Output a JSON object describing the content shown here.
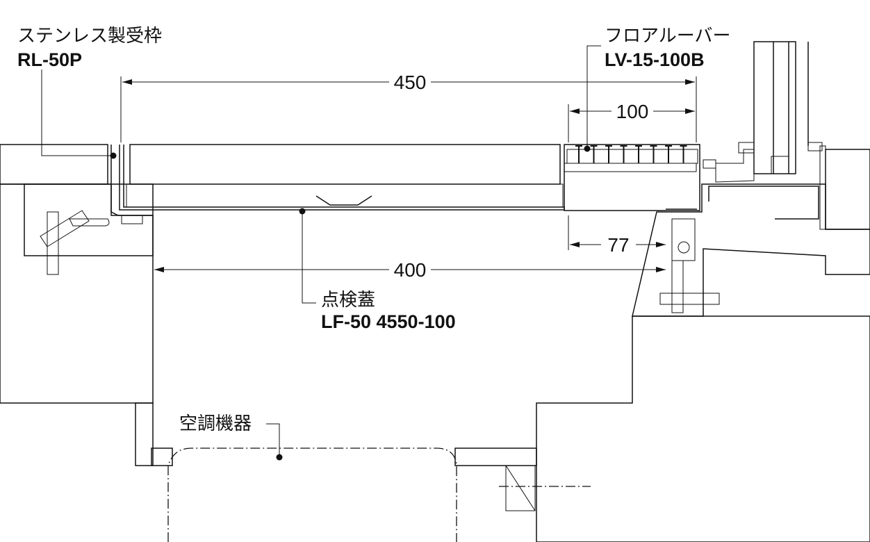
{
  "colors": {
    "wood": "#f9e5b6",
    "concrete": "#dcdedd",
    "line": "#111111"
  },
  "labels": {
    "frame_name": "ステンレス製受枠",
    "frame_code": "RL-50P",
    "louver_name": "フロアルーバー",
    "louver_code": "LV-15-100B",
    "lid_name": "点検蓋",
    "lid_code": "LF-50 4550-100",
    "equipment_name": "空調機器"
  },
  "dimensions": {
    "overall": "450",
    "louver_width": "100",
    "offset": "77",
    "opening": "400"
  }
}
